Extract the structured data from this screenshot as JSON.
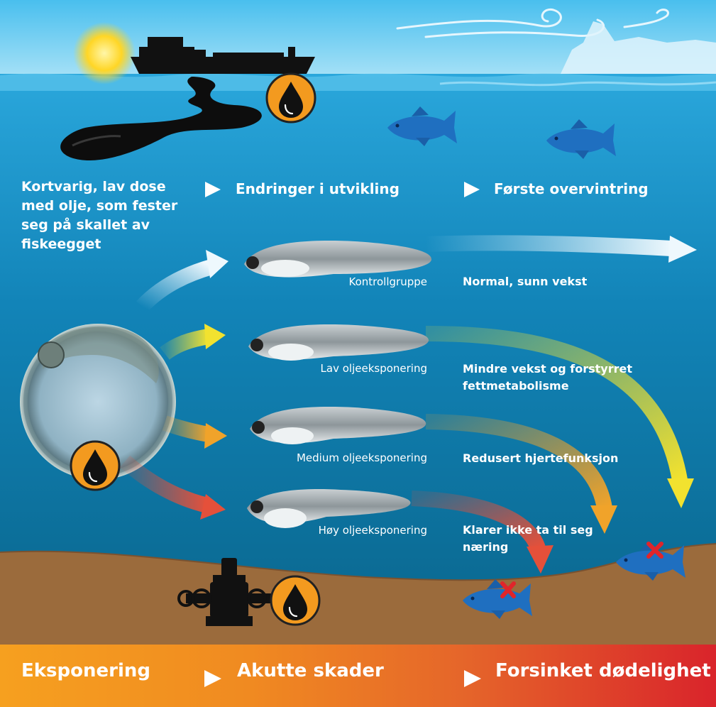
{
  "columns": {
    "col1": "Kortvarig, lav dose med olje, som fester seg på skallet av fiskeegget",
    "col2": "Endringer i utvikling",
    "col3": "Første overvintring"
  },
  "groups": [
    {
      "label": "Kontrollgruppe",
      "outcome": "Normal, sunn vekst",
      "color": "#cfe9f7"
    },
    {
      "label": "Lav oljeeksponering",
      "outcome": "Mindre vekst og forstyrret fettmetabolisme",
      "color": "#f2e22f"
    },
    {
      "label": "Medium oljeeksponering",
      "outcome": "Redusert hjertefunksjon",
      "color": "#f0a32a"
    },
    {
      "label": "Høy oljeeksponering",
      "outcome": "Klarer ikke ta til seg næring",
      "color": "#e5503a"
    }
  ],
  "bottom_bar": {
    "stage1": "Eksponering",
    "stage2": "Akutte skader",
    "stage3": "Forsinket dødelighet"
  },
  "colors": {
    "sky": "#7fd2f2",
    "water_top": "#1f9ad3",
    "water_deep": "#0a6f99",
    "seabed": "#9b6b3c",
    "oil_badge": "#f39a1f",
    "dead_mark": "#e0252a"
  },
  "icons": [
    "sun-icon",
    "ship-icon",
    "oil-drop-icon",
    "wellhead-icon",
    "fish-icon",
    "cross-icon",
    "play-icon"
  ]
}
